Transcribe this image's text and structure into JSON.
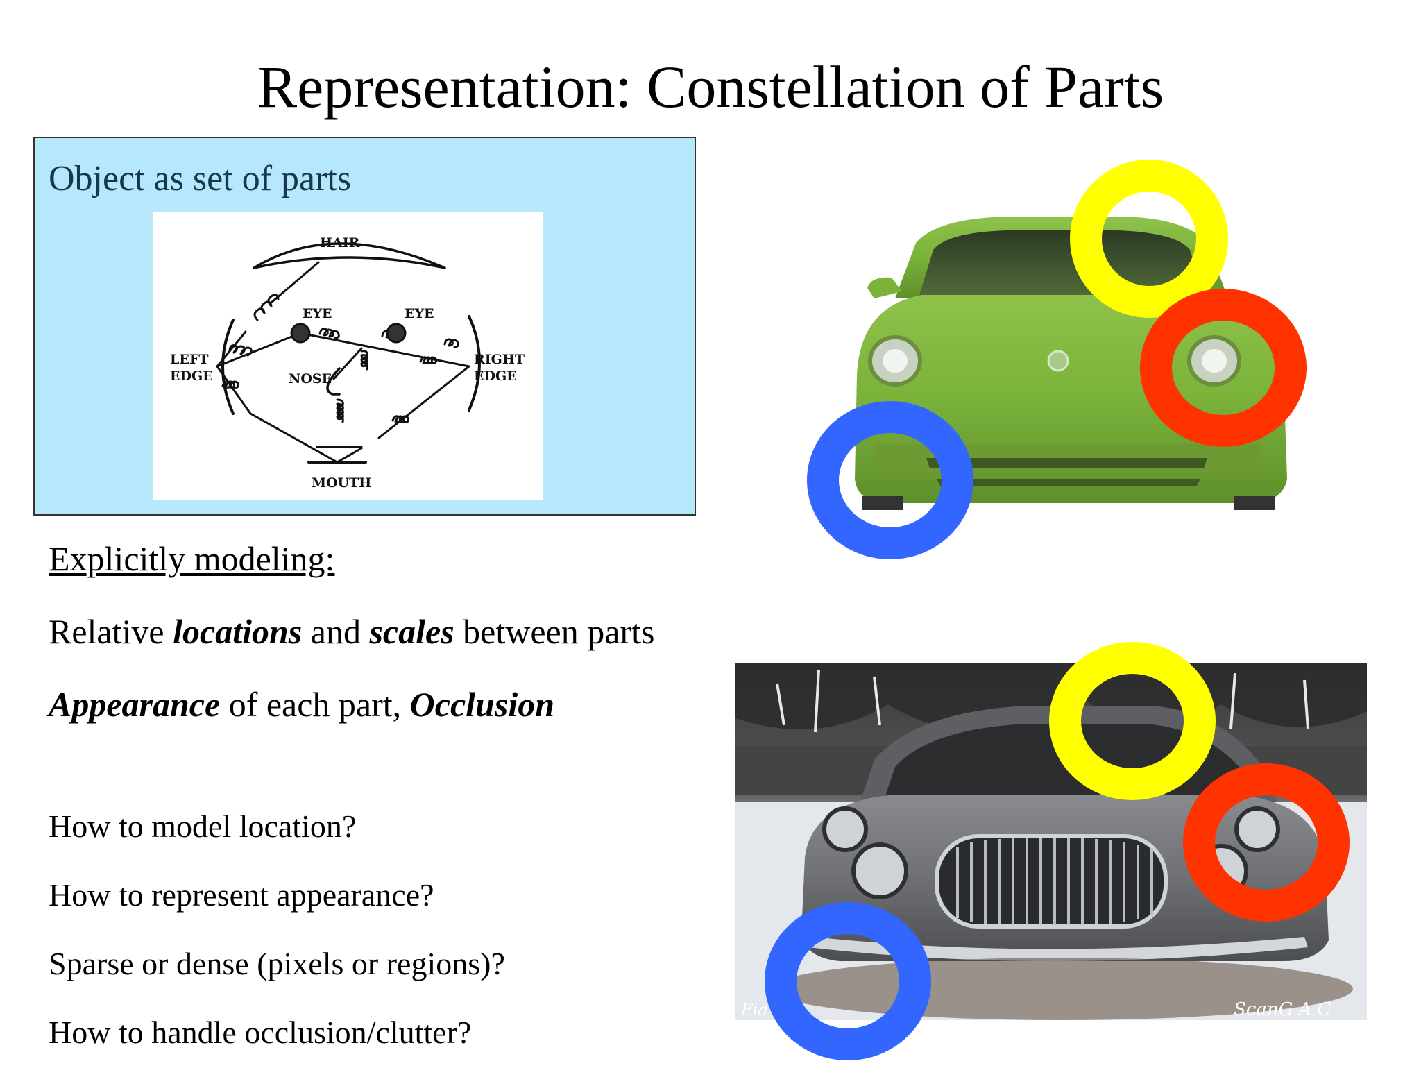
{
  "slide": {
    "title": "Representation: Constellation of Parts",
    "box_heading": "Object as set of parts",
    "face_diagram": {
      "labels": {
        "hair": "HAIR",
        "eye_left": "EYE",
        "eye_right": "EYE",
        "left_edge_1": "LEFT",
        "left_edge_2": "EDGE",
        "right_edge_1": "RIGHT",
        "right_edge_2": "EDGE",
        "nose": "NOSE",
        "mouth": "MOUTH"
      }
    },
    "explicit_heading": "Explicitly modeling:",
    "line_relative": {
      "p1": "Relative ",
      "b1": "locations",
      "p2": " and ",
      "b2": "scales",
      "p3": " between parts"
    },
    "line_appearance": {
      "b1": "Appearance",
      "p1": " of each part, ",
      "b2": "Occlusion"
    },
    "questions": [
      "How to model location?",
      "How to represent appearance?",
      "Sparse or dense (pixels or regions)?",
      "How to handle occlusion/clutter?"
    ],
    "photo_watermarks": {
      "left": "Fia",
      "right": "ScanG A C"
    },
    "colors": {
      "box_background": "#b7e7fa",
      "ring_yellow": "#ffff00",
      "ring_red": "#ff3300",
      "ring_blue": "#3366ff"
    }
  }
}
